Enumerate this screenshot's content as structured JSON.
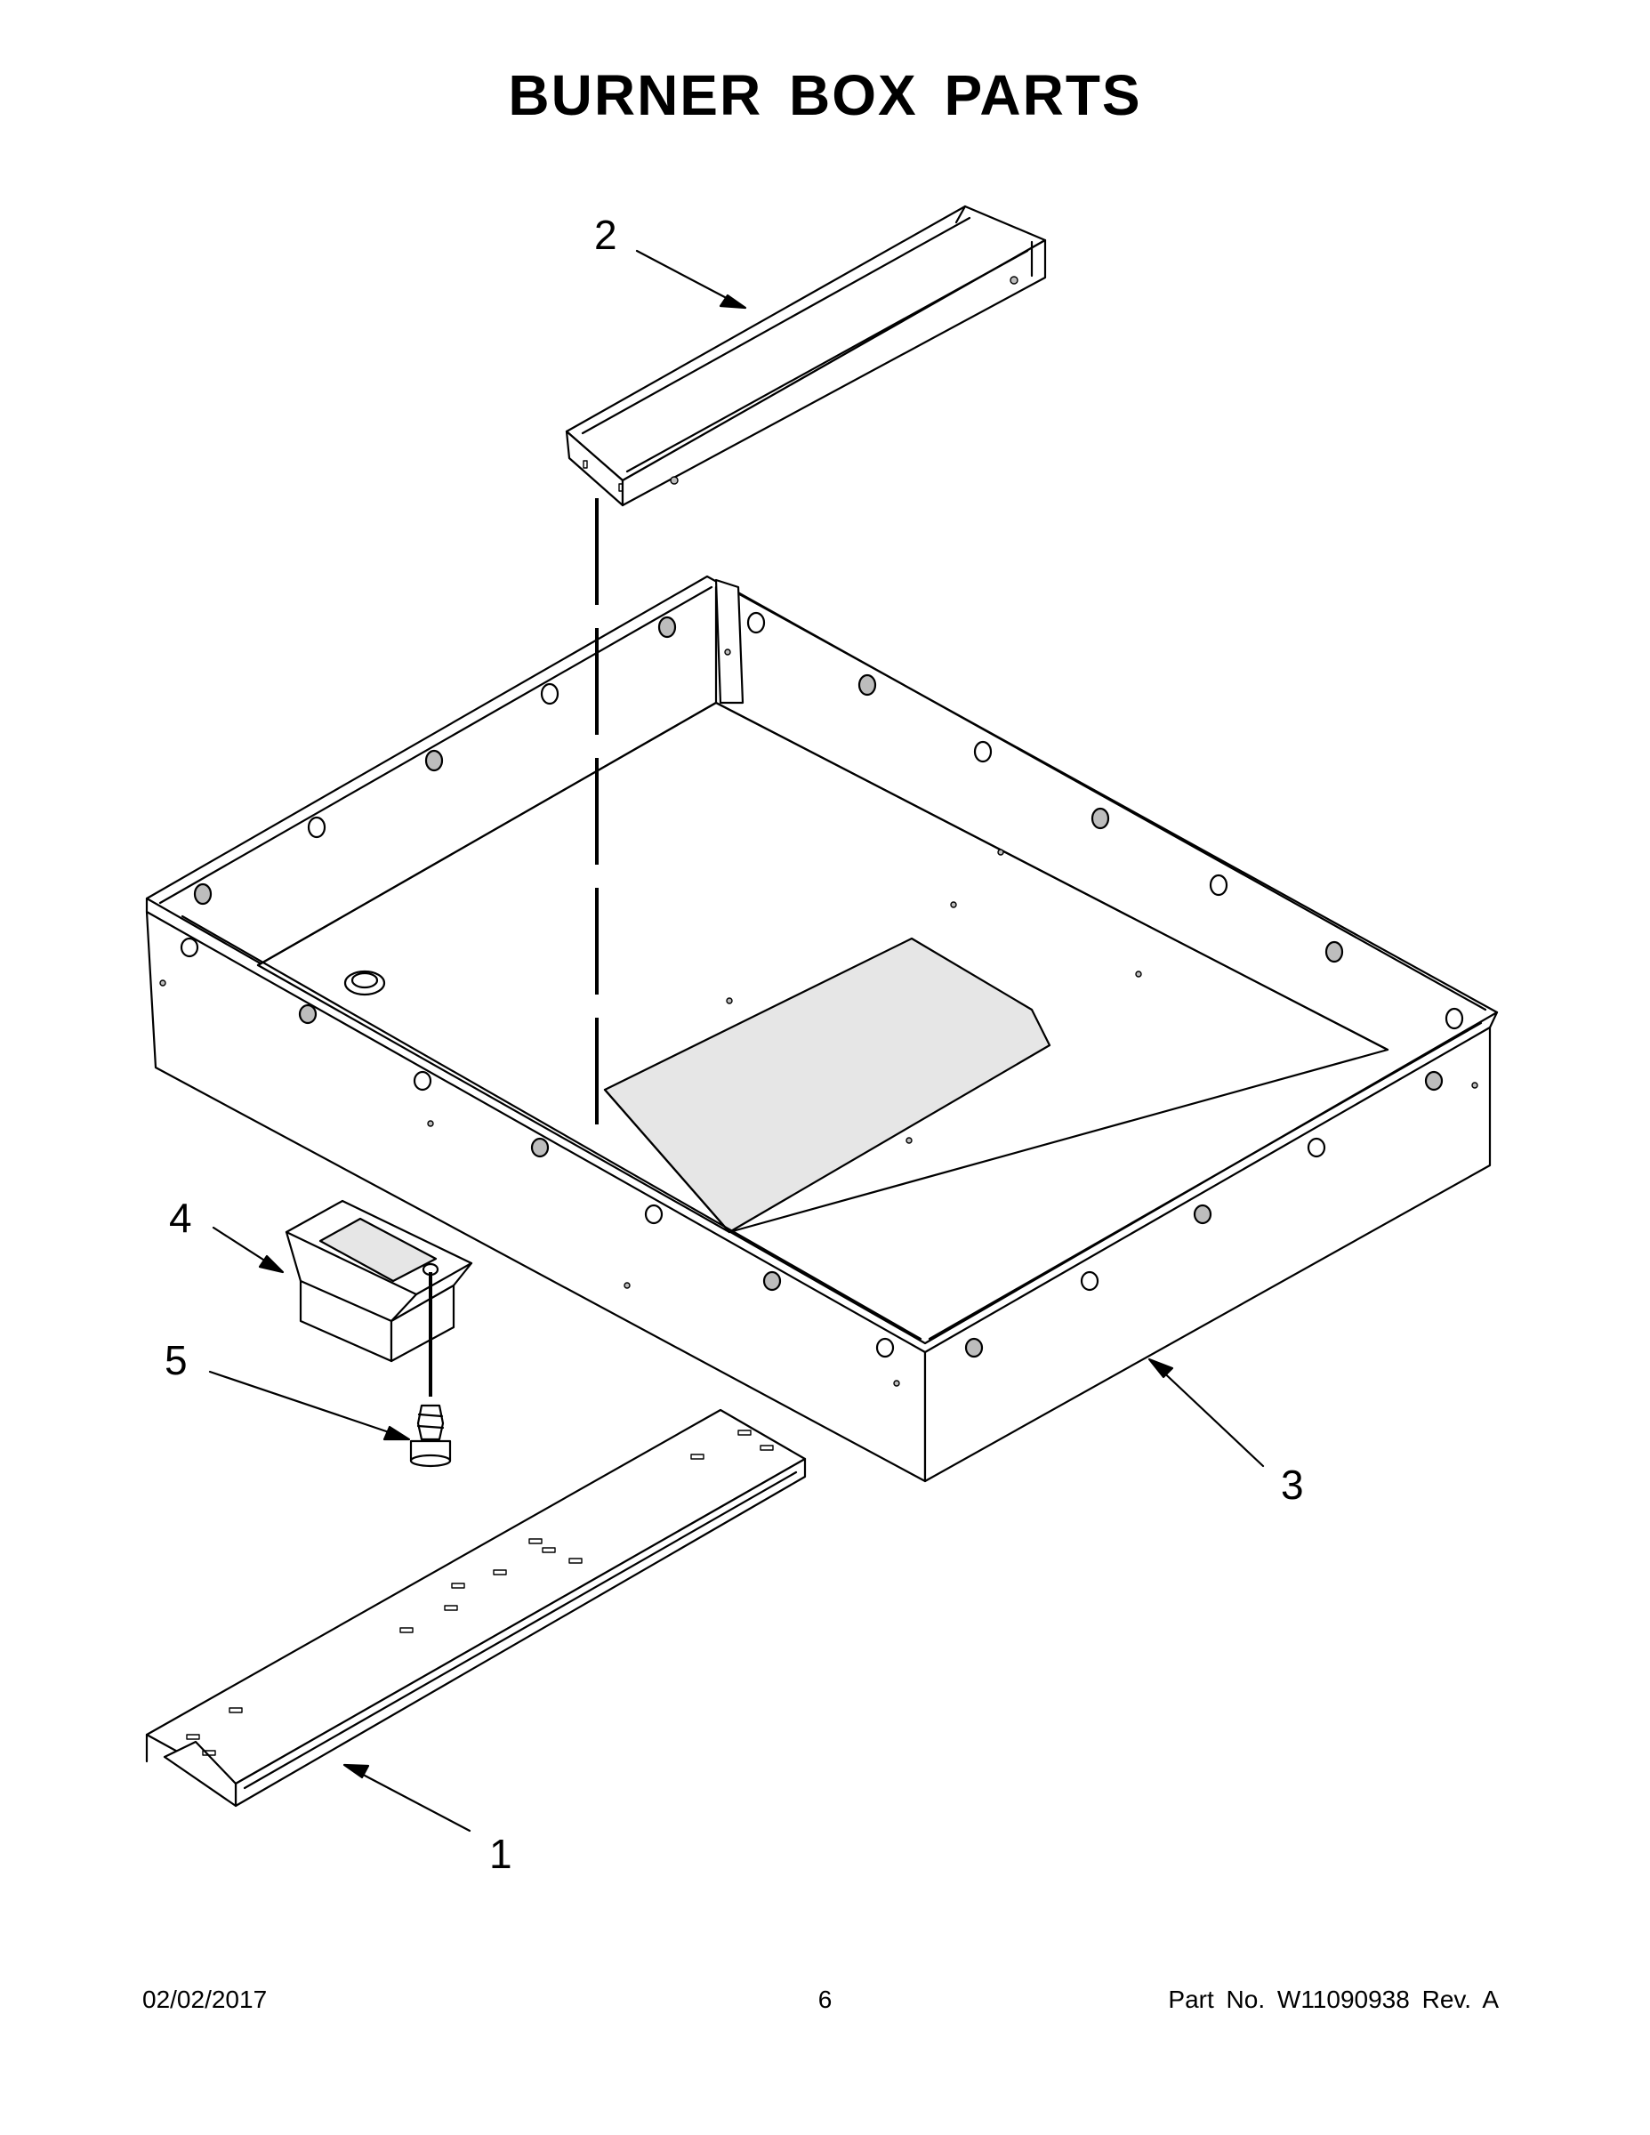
{
  "title": "BURNER BOX PARTS",
  "callouts": {
    "c1": "1",
    "c2": "2",
    "c3": "3",
    "c4": "4",
    "c5": "5"
  },
  "footer": {
    "date": "02/02/2017",
    "page": "6",
    "part_number": "Part No.  W11090938  Rev.  A"
  }
}
